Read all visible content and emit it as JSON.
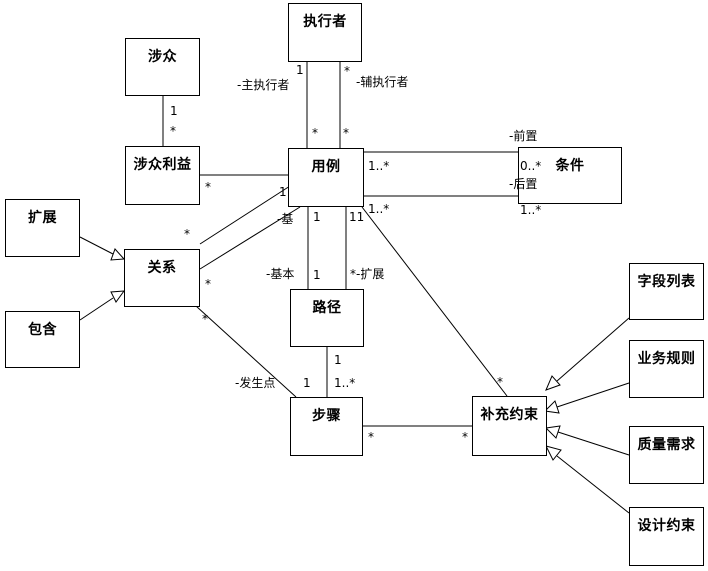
{
  "classes": {
    "actor": "执行者",
    "stakeholder": "涉众",
    "stakeholder_interest": "涉众利益",
    "use_case": "用例",
    "condition": "条件",
    "extend": "扩展",
    "include": "包含",
    "relation": "关系",
    "path": "路径",
    "step": "步骤",
    "supplement": "补充约束",
    "field_list": "字段列表",
    "business_rule": "业务规则",
    "quality_req": "质量需求",
    "design_constraint": "设计约束"
  },
  "labels": {
    "actor_primary_mult": "1",
    "actor_primary_role": "-主执行者",
    "actor_secondary_mult": "*",
    "actor_secondary_role": "-辅执行者",
    "uc_primary_end": "*",
    "uc_secondary_end": "*",
    "stakeholder_mult": "1",
    "interest_mult": "*",
    "interest_uc_mult": "*",
    "pre_role": "-前置",
    "uc_pre_mult": "1..*",
    "cond_pre_mult": "0..*",
    "post_role": "-后置",
    "uc_post_mult": "1..*",
    "cond_post_mult": "1..*",
    "uc_rel_mult": "1",
    "rel_uc_mult": "*",
    "base_role": "-基",
    "rel_base_mult": "*",
    "uc_path_mult_1": "1",
    "uc_path_mult_2": "11",
    "basic_role": "-基本",
    "path_basic_mult": "1",
    "ext_role": "*-扩展",
    "path_step_mult": "1",
    "step_path_mult": "1..*",
    "occur_role": "-发生点",
    "step_occur_mult": "1",
    "rel_occur_mult": "*",
    "supp_uc_mult": "*",
    "step_supp_mult": "*",
    "supp_step_mult": "*"
  }
}
